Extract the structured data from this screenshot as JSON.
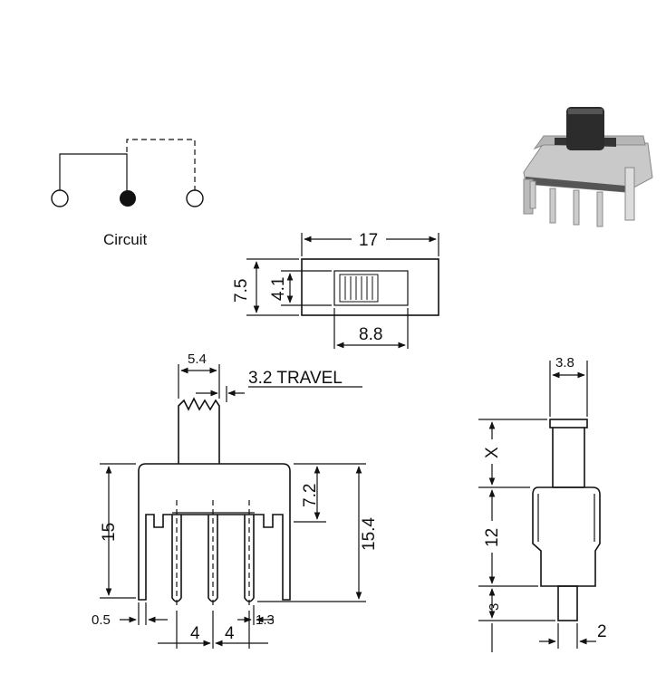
{
  "circuit": {
    "label": "Circuit"
  },
  "top_view": {
    "width": "17",
    "height": "7.5",
    "slot_height": "4.1",
    "slot_width": "8.8"
  },
  "front_view": {
    "actuator_width": "5.4",
    "travel": "3.2 TRAVEL",
    "body_height": "15",
    "actuator_offset": "7.2",
    "total_height": "15.4",
    "pin_width": "0.5",
    "pin_pitch_left": "4",
    "pin_pitch_right": "4",
    "leg_offset": "1.3"
  },
  "side_view": {
    "actuator_width": "3.8",
    "actuator_height": "X",
    "body_height": "12",
    "pin_length": "3",
    "pin_width": "2"
  },
  "photo": {
    "description_icon": "slide-switch-photo"
  }
}
